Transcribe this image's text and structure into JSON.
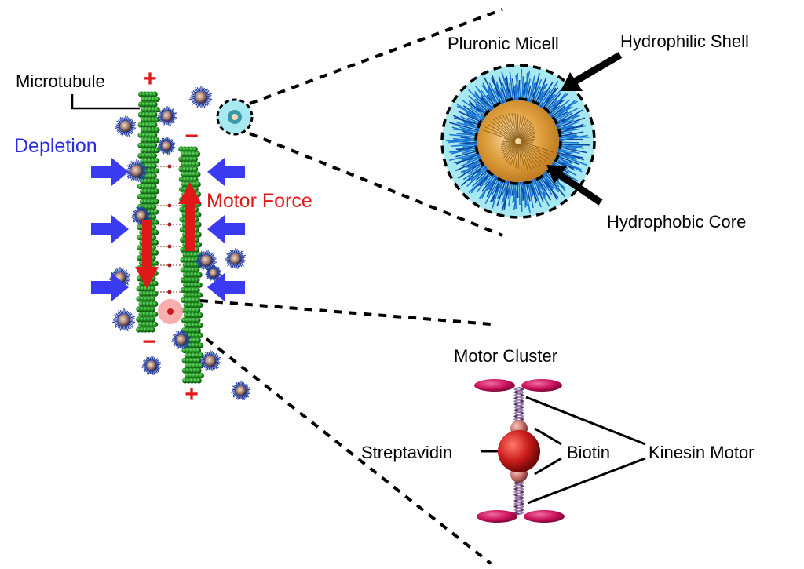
{
  "labels": {
    "microtubule": "Microtubule",
    "depletion": "Depletion",
    "motor_force": "Motor Force",
    "pluronic_micell": "Pluronic Micell",
    "hydrophilic_shell": "Hydrophilic Shell",
    "hydrophobic_core": "Hydrophobic Core",
    "motor_cluster": "Motor Cluster",
    "streptavidin": "Streptavidin",
    "biotin": "Biotin",
    "kinesin_motor": "Kinesin Motor"
  },
  "polarity": {
    "plus": "+",
    "minus": "−"
  },
  "colors": {
    "microtubule": "#1e8c1e",
    "microtubule_dark": "#0b4d0b",
    "depletion_arrow": "#3a3af0",
    "motor_force_arrow": "#e01818",
    "polarity_sign": "#e01818",
    "shell": "#a8e8f0",
    "shell_fringe": "#1565c0",
    "core": "#d8962a",
    "core_light": "#f7d7a0",
    "streptavidin": "#c81a1a",
    "biotin": "#d88a86",
    "kinesin_head": "#c8105a",
    "stalk": "#6a4a7a",
    "label_text": "#000000",
    "depletion_text": "#2b2be0",
    "motor_force_text": "#e01818"
  },
  "icons": {
    "micelle": "micelle-icon",
    "depletion_arrow": "blue-arrow-icon",
    "motor_force_arrow": "red-arrow-icon"
  }
}
